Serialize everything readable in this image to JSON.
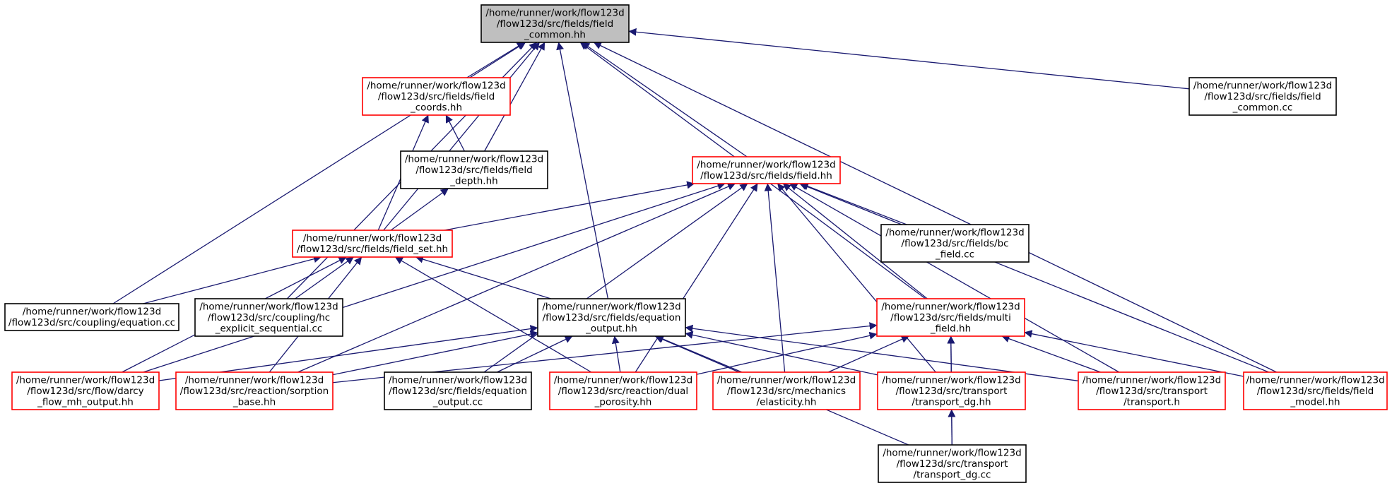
{
  "colors": {
    "edge": "#191970",
    "root_fill": "#bfbfbf",
    "border_black": "#000000",
    "border_red": "#ff0000"
  },
  "nodes": {
    "root": {
      "lines": [
        "/home/runner/work/flow123d",
        "/flow123d/src/fields/field",
        "_common.hh"
      ],
      "border": "black",
      "fill": "#bfbfbf"
    },
    "field_coords": {
      "lines": [
        "/home/runner/work/flow123d",
        "/flow123d/src/fields/field",
        "_coords.hh"
      ],
      "border": "red"
    },
    "field_common_cc": {
      "lines": [
        "/home/runner/work/flow123d",
        "/flow123d/src/fields/field",
        "_common.cc"
      ],
      "border": "black"
    },
    "field_depth": {
      "lines": [
        "/home/runner/work/flow123d",
        "/flow123d/src/fields/field",
        "_depth.hh"
      ],
      "border": "black"
    },
    "field_hh": {
      "lines": [
        "/home/runner/work/flow123d",
        "/flow123d/src/fields/field.hh"
      ],
      "border": "red"
    },
    "field_set": {
      "lines": [
        "/home/runner/work/flow123d",
        "/flow123d/src/fields/field_set.hh"
      ],
      "border": "red"
    },
    "bc_field": {
      "lines": [
        "/home/runner/work/flow123d",
        "/flow123d/src/fields/bc",
        "_field.cc"
      ],
      "border": "black"
    },
    "equation_cc": {
      "lines": [
        "/home/runner/work/flow123d",
        "/flow123d/src/coupling/equation.cc"
      ],
      "border": "black"
    },
    "hc_explicit": {
      "lines": [
        "/home/runner/work/flow123d",
        "/flow123d/src/coupling/hc",
        "_explicit_sequential.cc"
      ],
      "border": "black"
    },
    "equation_output_hh": {
      "lines": [
        "/home/runner/work/flow123d",
        "/flow123d/src/fields/equation",
        "_output.hh"
      ],
      "border": "black"
    },
    "multi_field": {
      "lines": [
        "/home/runner/work/flow123d",
        "/flow123d/src/fields/multi",
        "_field.hh"
      ],
      "border": "red"
    },
    "darcy": {
      "lines": [
        "/home/runner/work/flow123d",
        "/flow123d/src/flow/darcy",
        "_flow_mh_output.hh"
      ],
      "border": "red"
    },
    "sorption": {
      "lines": [
        "/home/runner/work/flow123d",
        "/flow123d/src/reaction/sorption",
        "_base.hh"
      ],
      "border": "red"
    },
    "equation_output_cc": {
      "lines": [
        "/home/runner/work/flow123d",
        "/flow123d/src/fields/equation",
        "_output.cc"
      ],
      "border": "black"
    },
    "dual_porosity": {
      "lines": [
        "/home/runner/work/flow123d",
        "/flow123d/src/reaction/dual",
        "_porosity.hh"
      ],
      "border": "red"
    },
    "elasticity": {
      "lines": [
        "/home/runner/work/flow123d",
        "/flow123d/src/mechanics",
        "/elasticity.hh"
      ],
      "border": "red"
    },
    "transport_dg_hh": {
      "lines": [
        "/home/runner/work/flow123d",
        "/flow123d/src/transport",
        "/transport_dg.hh"
      ],
      "border": "red"
    },
    "transport_h": {
      "lines": [
        "/home/runner/work/flow123d",
        "/flow123d/src/transport",
        "/transport.h"
      ],
      "border": "red"
    },
    "field_model": {
      "lines": [
        "/home/runner/work/flow123d",
        "/flow123d/src/fields/field",
        "_model.hh"
      ],
      "border": "red"
    },
    "transport_dg_cc": {
      "lines": [
        "/home/runner/work/flow123d",
        "/flow123d/src/transport",
        "/transport_dg.cc"
      ],
      "border": "black"
    }
  },
  "edges": [
    [
      "field_coords",
      "root"
    ],
    [
      "field_depth",
      "root"
    ],
    [
      "field_set",
      "root"
    ],
    [
      "equation_cc",
      "root"
    ],
    [
      "hc_explicit",
      "root"
    ],
    [
      "equation_output_hh",
      "root"
    ],
    [
      "field_hh",
      "root"
    ],
    [
      "multi_field",
      "root"
    ],
    [
      "field_common_cc",
      "root"
    ],
    [
      "field_model",
      "root"
    ],
    [
      "field_depth",
      "field_coords"
    ],
    [
      "field_set",
      "field_coords"
    ],
    [
      "field_set",
      "field_depth"
    ],
    [
      "field_set",
      "field_hh"
    ],
    [
      "darcy",
      "field_hh"
    ],
    [
      "sorption",
      "field_hh"
    ],
    [
      "equation_output_cc",
      "field_hh"
    ],
    [
      "dual_porosity",
      "field_hh"
    ],
    [
      "elasticity",
      "field_hh"
    ],
    [
      "transport_dg_hh",
      "field_hh"
    ],
    [
      "bc_field",
      "field_hh"
    ],
    [
      "multi_field",
      "field_hh"
    ],
    [
      "transport_h",
      "field_hh"
    ],
    [
      "field_model",
      "field_hh"
    ],
    [
      "equation_cc",
      "field_set"
    ],
    [
      "hc_explicit",
      "field_set"
    ],
    [
      "equation_output_hh",
      "field_set"
    ],
    [
      "darcy",
      "field_set"
    ],
    [
      "sorption",
      "field_set"
    ],
    [
      "dual_porosity",
      "field_set"
    ],
    [
      "darcy",
      "equation_output_hh"
    ],
    [
      "sorption",
      "equation_output_hh"
    ],
    [
      "equation_output_cc",
      "equation_output_hh"
    ],
    [
      "dual_porosity",
      "equation_output_hh"
    ],
    [
      "elasticity",
      "equation_output_hh"
    ],
    [
      "transport_dg_hh",
      "equation_output_hh"
    ],
    [
      "transport_h",
      "equation_output_hh"
    ],
    [
      "transport_dg_cc",
      "equation_output_hh"
    ],
    [
      "sorption",
      "multi_field"
    ],
    [
      "dual_porosity",
      "multi_field"
    ],
    [
      "elasticity",
      "multi_field"
    ],
    [
      "transport_dg_hh",
      "multi_field"
    ],
    [
      "transport_h",
      "multi_field"
    ],
    [
      "field_model",
      "multi_field"
    ],
    [
      "transport_dg_cc",
      "multi_field"
    ],
    [
      "transport_dg_cc",
      "transport_dg_hh"
    ]
  ]
}
